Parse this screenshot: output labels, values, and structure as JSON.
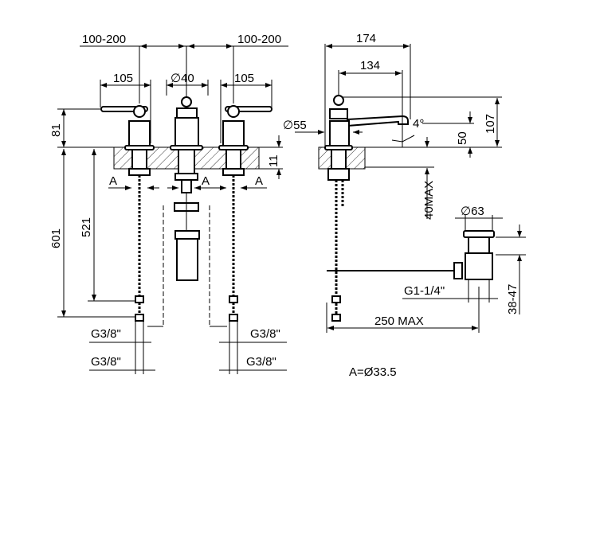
{
  "front_view": {
    "spacing_left": "100-200",
    "spacing_right": "100-200",
    "handle_left": "105",
    "spout_diameter": "∅40",
    "handle_right": "105",
    "height_above_deck": "81",
    "total_length": "601",
    "hose_length": "521",
    "deck_thickness": "11",
    "hole_label_left": "A",
    "hole_label_center": "A",
    "hole_label_right": "A",
    "connection_left_1": "G3/8\"",
    "connection_left_2": "G3/8\"",
    "connection_right_1": "G3/8\"",
    "connection_right_2": "G3/8\""
  },
  "side_view": {
    "reach_total": "174",
    "reach_outlet": "134",
    "base_diameter": "∅55",
    "outlet_angle": "4°",
    "outlet_height": "50",
    "total_height": "107",
    "deck_max": "40MAX",
    "drain_diameter": "∅63",
    "drain_thread": "G1-1/4\"",
    "drain_range": "38-47",
    "rod_length": "250 MAX"
  },
  "note": "A=Ø33.5"
}
